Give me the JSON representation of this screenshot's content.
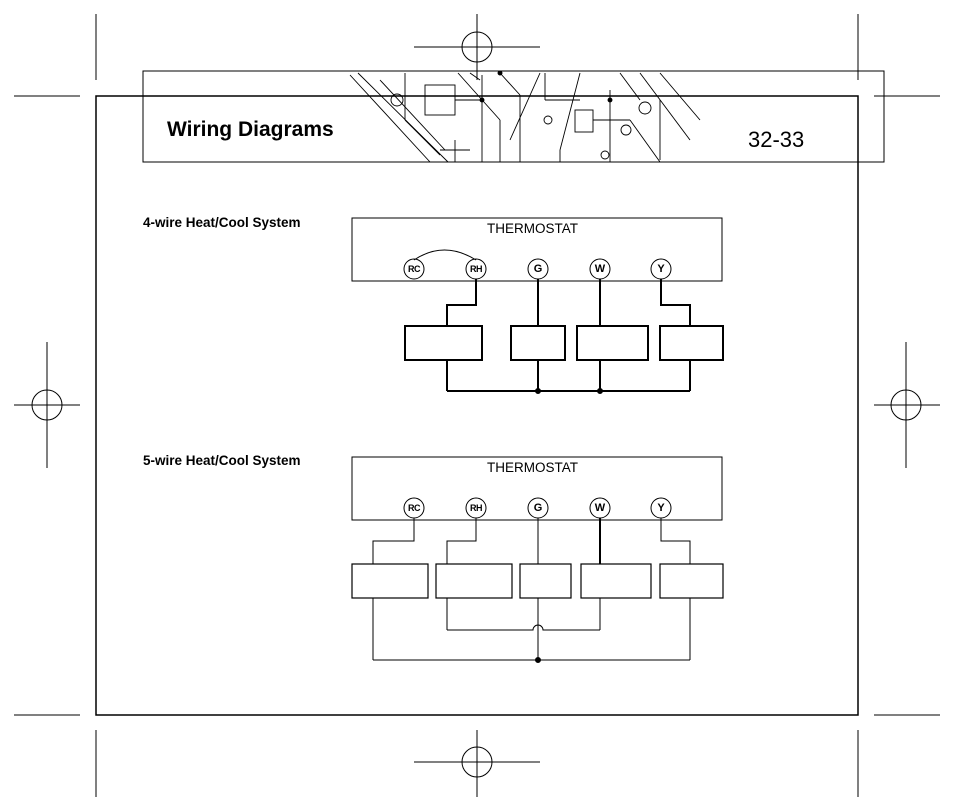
{
  "header": {
    "title": "Wiring Diagrams",
    "page_number": "32-33"
  },
  "diagrams": [
    {
      "label": "4-wire Heat/Cool System",
      "box_label": "THERMOSTAT",
      "terminals": [
        "RC",
        "RH",
        "G",
        "W",
        "Y"
      ]
    },
    {
      "label": "5-wire Heat/Cool System",
      "box_label": "THERMOSTAT",
      "terminals": [
        "RC",
        "RH",
        "G",
        "W",
        "Y"
      ]
    }
  ]
}
